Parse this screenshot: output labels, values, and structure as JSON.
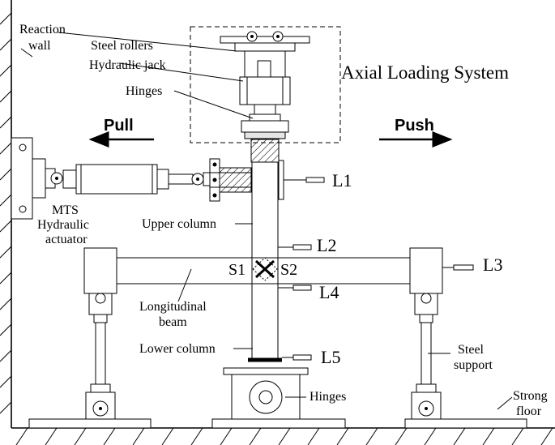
{
  "labels": {
    "reaction_wall": [
      "Reaction",
      "wall"
    ],
    "steel_rollers": "Steel rollers",
    "hydraulic_jack": "Hydraulic jack",
    "hinges_top": "Hinges",
    "axial_loading_system": "Axial Loading System",
    "pull": "Pull",
    "push": "Push",
    "mts_actuator": [
      "MTS",
      "Hydraulic",
      "actuator"
    ],
    "upper_column": "Upper column",
    "longitudinal_beam": [
      "Longitudinal",
      "beam"
    ],
    "lower_column": "Lower column",
    "hinges_bottom": "Hinges",
    "steel_support": [
      "Steel",
      "support"
    ],
    "strong_floor": [
      "Strong",
      "floor"
    ],
    "s1": "S1",
    "s2": "S2",
    "l1": "L1",
    "l2": "L2",
    "l3": "L3",
    "l4": "L4",
    "l5": "L5"
  }
}
